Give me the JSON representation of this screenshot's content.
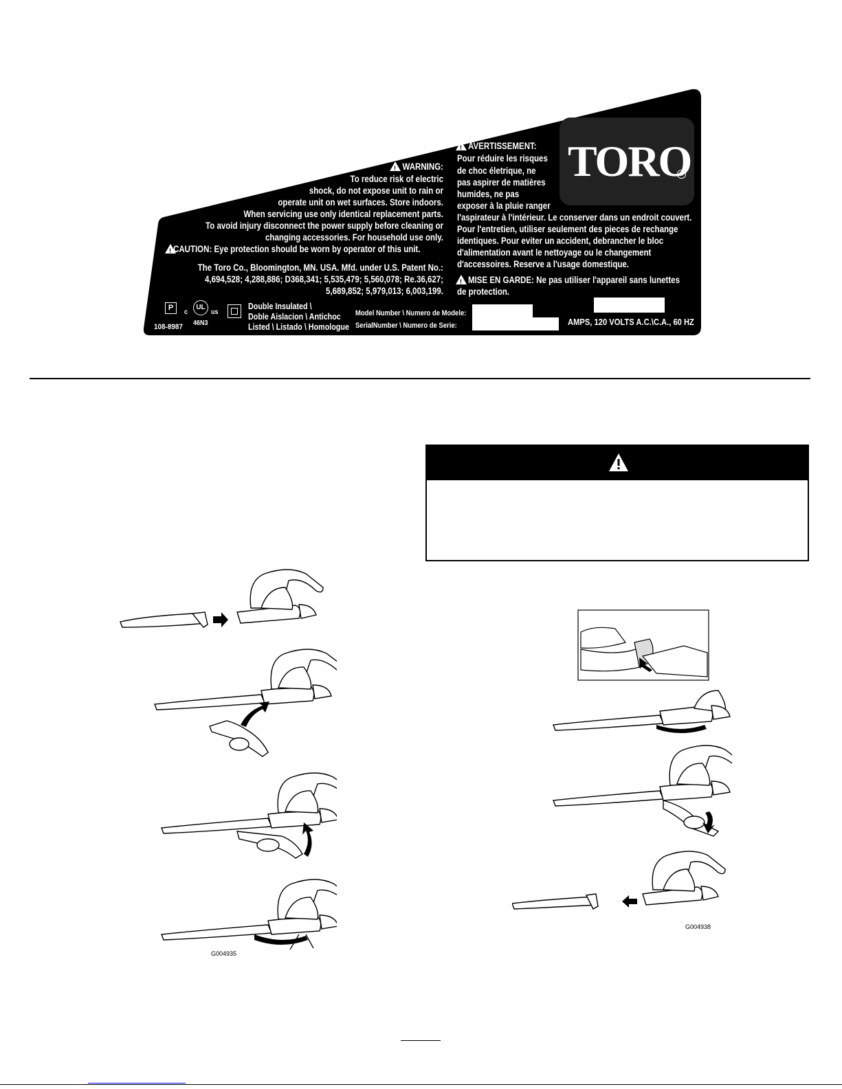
{
  "decal": {
    "warning_title": "WARNING:",
    "warning_lines": [
      "To reduce risk of  electric",
      "shock, do not expose unit to rain or",
      "operate unit on wet surfaces. Store indoors.",
      "When servicing use only identical replacement parts.",
      "To avoid injury disconnect the power supply before cleaning or",
      "changing accessories. For household use only."
    ],
    "caution_line": "CAUTION: Eye protection should be worn by operator of this unit.",
    "patent_lines": [
      "The Toro Co., Bloomington, MN. USA. Mfd. under U.S. Patent No.:",
      "4,694,528; 4,288,886; D368,341; 5,535,479; 5,560,078; Re.36,627;",
      "5,689,852; 5,979,013; 6,003,199."
    ],
    "fr_title": "AVERTISSEMENT:",
    "fr_lines": [
      "Pour réduire les risques",
      "de choc életrique, ne",
      "pas aspirer de matières",
      "humides, ne pas",
      "exposer à la pluie ranger",
      "l'aspirateur à l'intérieur. Le conserver dans un endroit couvert.",
      "Pour l'entretien, utiliser seulement des pieces de rechange",
      "identiques. Pour eviter un accident, debrancher le bloc",
      "d'alimentation avant le nettoyage ou le changement",
      "d'accessoires. Reserve a l'usage domestique."
    ],
    "fr_caution": "MISE EN GARDE:  Ne pas utiliser l'appareil sans lunettes",
    "fr_caution_2": "de protection.",
    "brand": "TORO",
    "reg_mark": "®",
    "p_mark": "P",
    "ul_c": "c",
    "ul_mark": "UL",
    "ul_us": "us",
    "ul_code": "46N3",
    "part_number": "108-8987",
    "insulation_lines": [
      "Double Insulated \\",
      "Doble Aislacion \\ Antichoc",
      "Listed \\ Listado \\ Homologue"
    ],
    "model_label": "Model Number \\ Numero de Modele:",
    "serial_label": "SerialNumber \\ Numero de Serie:",
    "rating": "AMPS, 120 VOLTS A.C.\\C.A., 60 HZ"
  },
  "figures": {
    "left_code": "G004935",
    "right_code": "G004938"
  },
  "icons": {
    "warning_icon": "warning-triangle-icon",
    "decal_alert_icon": "alert-triangle-icon"
  }
}
